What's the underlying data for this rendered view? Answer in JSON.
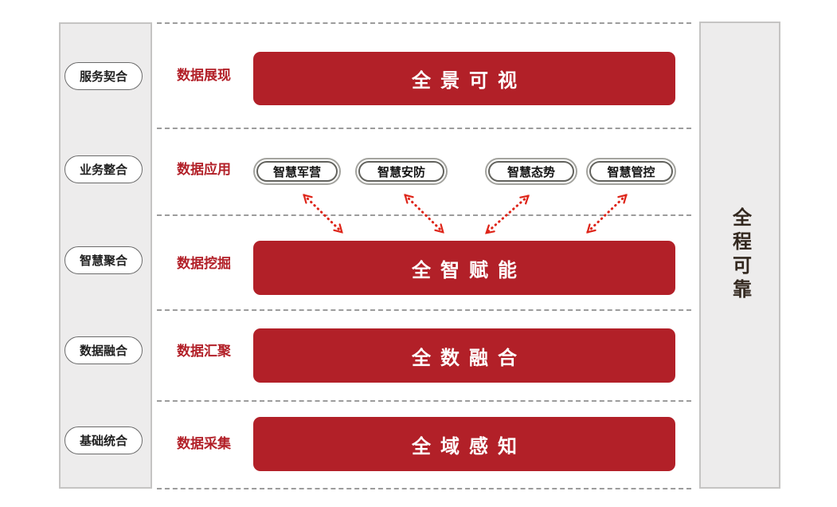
{
  "diagram": {
    "left_sidebar": {
      "items": [
        {
          "label": "服务契合"
        },
        {
          "label": "业务整合"
        },
        {
          "label": "智慧聚合"
        },
        {
          "label": "数据融合"
        },
        {
          "label": "基础统合"
        }
      ]
    },
    "right_sidebar": {
      "label": "全程可靠"
    },
    "rows": [
      {
        "label": "数据展现",
        "bar": "全景可视"
      },
      {
        "label": "数据应用",
        "apps": [
          "智慧军营",
          "智慧安防",
          "智慧态势",
          "智慧管控"
        ]
      },
      {
        "label": "数据挖掘",
        "bar": "全智赋能"
      },
      {
        "label": "数据汇聚",
        "bar": "全数融合"
      },
      {
        "label": "数据采集",
        "bar": "全域感知"
      }
    ],
    "colors": {
      "bar_red": "#B22028",
      "label_red": "#B22028",
      "arrow_red": "#DE2418",
      "sidebar_bg": "#EDECEC",
      "sidebar_border": "#C5C4C3",
      "dotted_line": "#9C9C9C"
    }
  }
}
